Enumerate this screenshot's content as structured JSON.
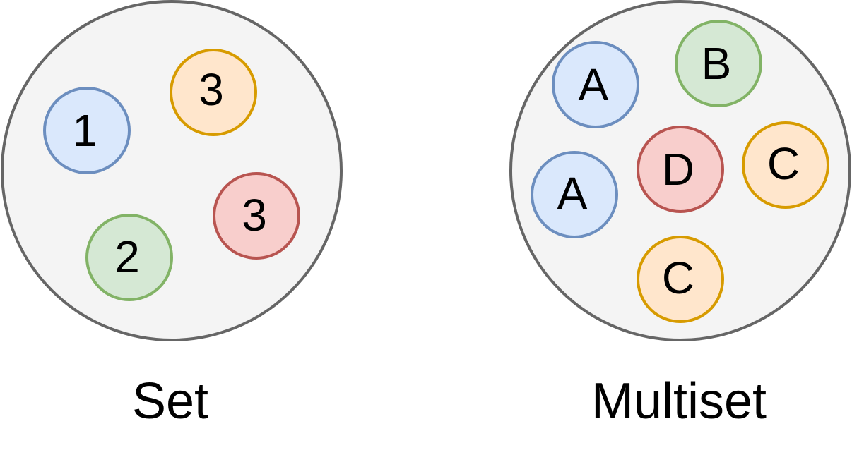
{
  "palette": {
    "blue": {
      "fill": "#dae8fc",
      "stroke": "#6c8ebf"
    },
    "orange": {
      "fill": "#ffe6cc",
      "stroke": "#d79b00"
    },
    "green": {
      "fill": "#d5e8d4",
      "stroke": "#82b366"
    },
    "red": {
      "fill": "#f8cecc",
      "stroke": "#b85450"
    }
  },
  "set": {
    "caption": "Set",
    "elements": [
      {
        "label": "1",
        "color": "blue"
      },
      {
        "label": "3",
        "color": "orange"
      },
      {
        "label": "3",
        "color": "red"
      },
      {
        "label": "2",
        "color": "green"
      }
    ]
  },
  "multiset": {
    "caption": "Multiset",
    "elements": [
      {
        "label": "A",
        "color": "blue"
      },
      {
        "label": "B",
        "color": "green"
      },
      {
        "label": "D",
        "color": "red"
      },
      {
        "label": "C",
        "color": "orange"
      },
      {
        "label": "A",
        "color": "blue"
      },
      {
        "label": "C",
        "color": "orange"
      }
    ]
  }
}
